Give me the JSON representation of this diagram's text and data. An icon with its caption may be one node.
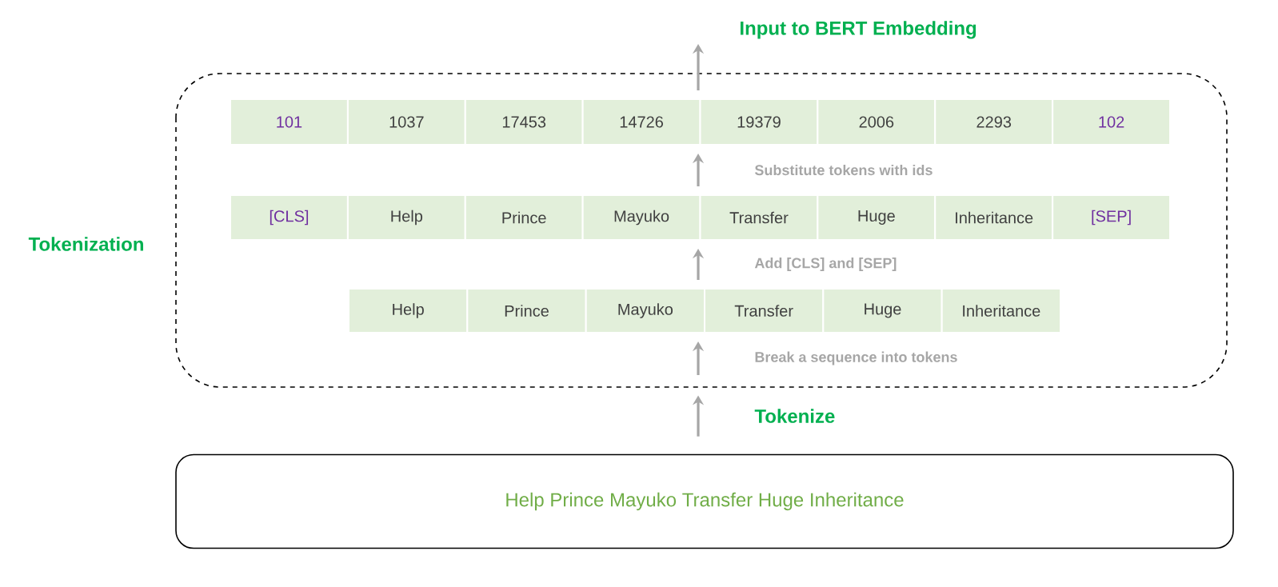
{
  "diagram": {
    "nodes": [
      {
        "text": [
          "Tokenization"
        ]
      },
      {
        "text": [
          "101"
        ],
        "in": 0
      },
      {
        "text": [
          "1037"
        ],
        "in": 0
      },
      {
        "text": [
          "17453"
        ],
        "in": 0
      },
      {
        "text": [
          "14726"
        ],
        "in": 0
      },
      {
        "text": [
          "19379"
        ],
        "in": 0
      },
      {
        "text": [
          "2006"
        ],
        "in": 0
      },
      {
        "text": [
          "2293"
        ],
        "in": 0
      },
      {
        "text": [
          "102"
        ],
        "in": 0
      },
      {
        "text": [
          "[CLS]"
        ],
        "in": 0
      },
      {
        "text": [
          "Help"
        ],
        "in": 0
      },
      {
        "text": [
          "Prince"
        ],
        "in": 0
      },
      {
        "text": [
          "Mayuko"
        ],
        "in": 0
      },
      {
        "text": [
          "Transfer"
        ],
        "in": 0
      },
      {
        "text": [
          "Huge"
        ],
        "in": 0
      },
      {
        "text": [
          "Inheritance"
        ],
        "in": 0
      },
      {
        "text": [
          "[SEP]"
        ],
        "in": 0
      },
      {
        "text": [
          "Help"
        ],
        "in": 0
      },
      {
        "text": [
          "Prince"
        ],
        "in": 0
      },
      {
        "text": [
          "Mayuko"
        ],
        "in": 0
      },
      {
        "text": [
          "Transfer"
        ],
        "in": 0
      },
      {
        "text": [
          "Huge"
        ],
        "in": 0
      },
      {
        "text": [
          "Inheritance"
        ],
        "in": 0
      },
      {
        "text": [
          "Help Prince Mayuko Transfer Huge Inheritance"
        ]
      }
    ],
    "edges": [
      {
        "from": 4,
        "to": null,
        "arrow": "to",
        "label": "Input to BERT Embedding"
      },
      {
        "from": 12,
        "to": 4,
        "arrow": "to",
        "label": "Substitute tokens with ids"
      },
      {
        "from": 19,
        "to": 12,
        "arrow": "to",
        "label": "Add [CLS] and [SEP]"
      },
      {
        "from": null,
        "to": 19,
        "arrow": "to",
        "label": "Break a sequence into tokens"
      },
      {
        "from": 23,
        "to": 0,
        "arrow": "to",
        "label": "Tokenize"
      }
    ]
  }
}
